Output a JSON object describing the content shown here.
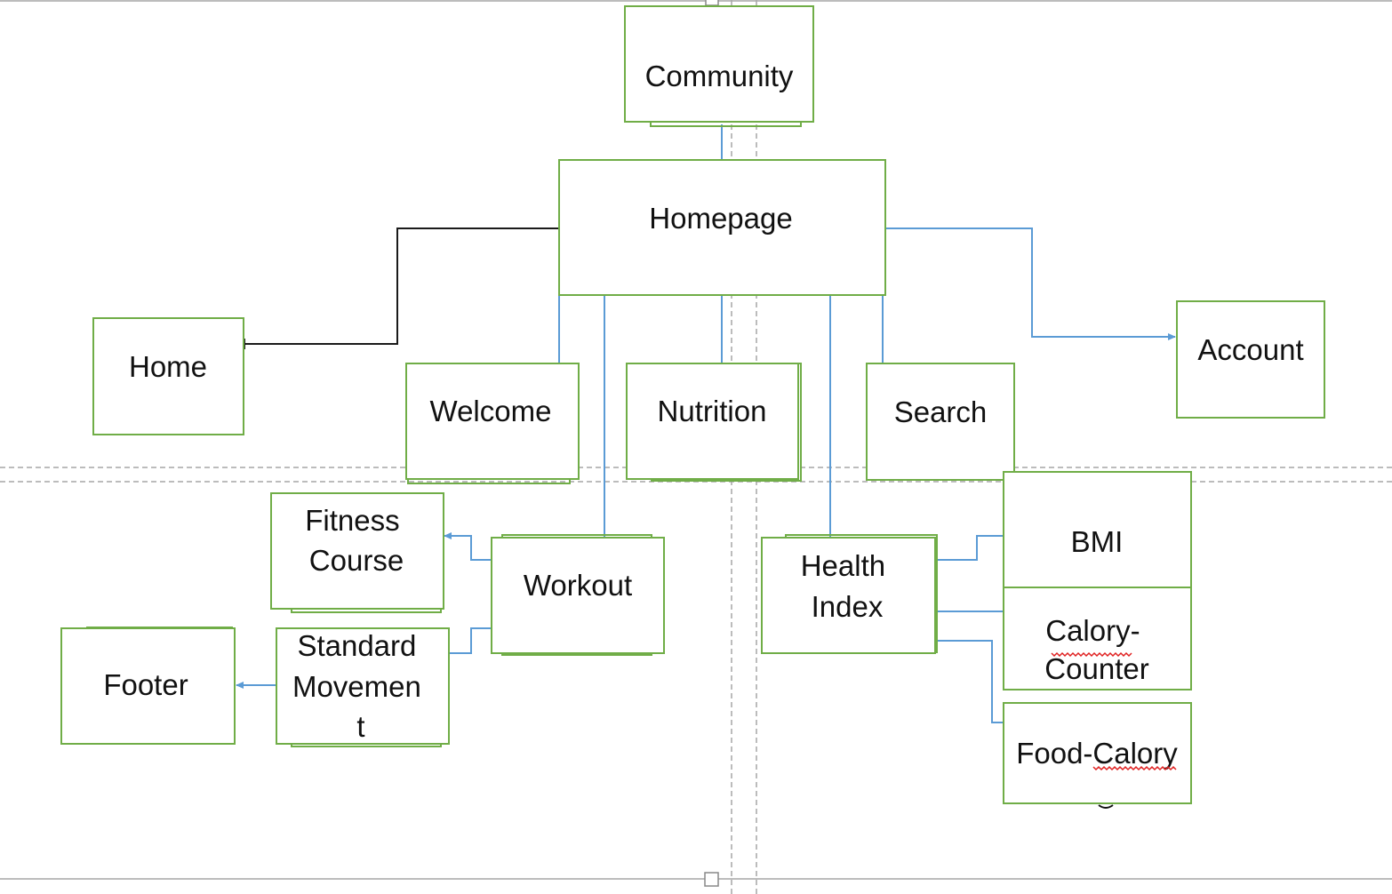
{
  "diagram": {
    "colors": {
      "node_border": "#70ad47",
      "connector_blue": "#5b9bd5",
      "connector_black": "#1a1a1a",
      "guide_gray": "#a6a6a6",
      "spellcheck_red": "#e02020"
    },
    "nodes": {
      "community": {
        "label": "Community"
      },
      "homepage": {
        "label": "Homepage"
      },
      "home": {
        "label": "Home"
      },
      "welcome": {
        "label": "Welcome"
      },
      "nutrition": {
        "label": "Nutrition"
      },
      "search": {
        "label": "Search"
      },
      "account": {
        "label": "Account"
      },
      "fitness_course": {
        "line1": "Fitness",
        "line2": "Course"
      },
      "workout": {
        "label": "Workout"
      },
      "health_index": {
        "line1": "Health",
        "line2": "Index"
      },
      "bmi": {
        "label": "BMI"
      },
      "calory_counter": {
        "line1": "Calory-",
        "line2": "Counter"
      },
      "footer": {
        "label": "Footer"
      },
      "standard_movement": {
        "line1": "Standard",
        "line2": "Movemen",
        "line3": "t"
      },
      "food_calory": {
        "label": "Food-Calory"
      }
    }
  }
}
